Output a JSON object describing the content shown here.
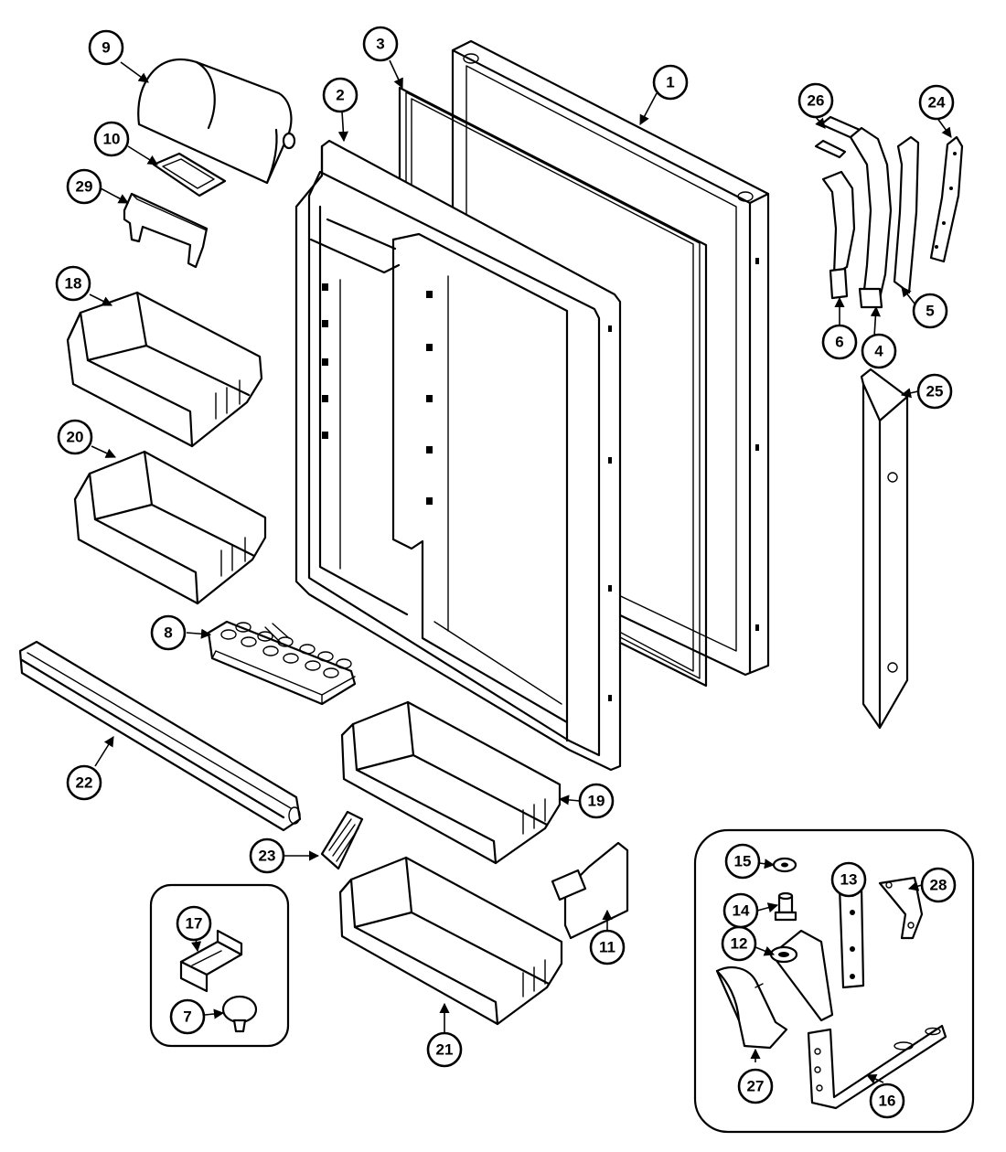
{
  "callouts": [
    {
      "label": "1"
    },
    {
      "label": "2"
    },
    {
      "label": "3"
    },
    {
      "label": "4"
    },
    {
      "label": "5"
    },
    {
      "label": "6"
    },
    {
      "label": "7"
    },
    {
      "label": "8"
    },
    {
      "label": "9"
    },
    {
      "label": "10"
    },
    {
      "label": "11"
    },
    {
      "label": "12"
    },
    {
      "label": "13"
    },
    {
      "label": "14"
    },
    {
      "label": "15"
    },
    {
      "label": "16"
    },
    {
      "label": "17"
    },
    {
      "label": "18"
    },
    {
      "label": "19"
    },
    {
      "label": "20"
    },
    {
      "label": "21"
    },
    {
      "label": "22"
    },
    {
      "label": "23"
    },
    {
      "label": "24"
    },
    {
      "label": "25"
    },
    {
      "label": "26"
    },
    {
      "label": "27"
    },
    {
      "label": "28"
    },
    {
      "label": "29"
    }
  ],
  "colors": {
    "line": "#000000",
    "background": "#ffffff"
  }
}
